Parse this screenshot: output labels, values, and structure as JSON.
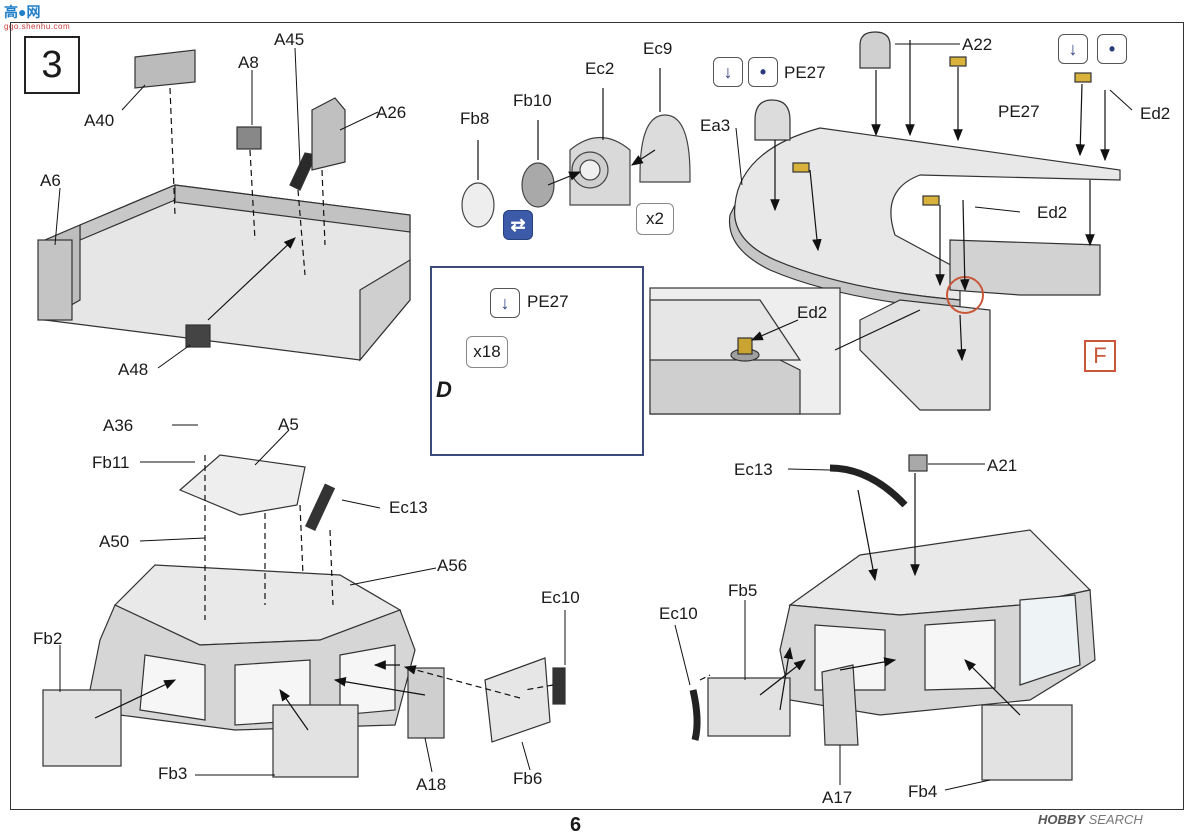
{
  "logo": {
    "main": "高●网",
    "sub": "ggo.shenhu.com"
  },
  "step": {
    "number": "3"
  },
  "section_marker": "F",
  "page_number": "6",
  "watermark": {
    "brand": "HOBBY",
    "suffix": " SEARCH"
  },
  "inset": {
    "callout_letter": "D",
    "quantity": "x18",
    "part": "PE27"
  },
  "quantity_x2": "x2",
  "symbols": {
    "press_down": "↓",
    "glue": "•",
    "flip": "⇄"
  },
  "labels": {
    "A40": "A40",
    "A8": "A8",
    "A45": "A45",
    "A26": "A26",
    "A6": "A6",
    "A48": "A48",
    "Fb8": "Fb8",
    "Fb10": "Fb10",
    "Ec2": "Ec2",
    "Ec9": "Ec9",
    "Ea3": "Ea3",
    "PE27_a": "PE27",
    "PE27_b": "PE27",
    "A22": "A22",
    "Ed2_a": "Ed2",
    "Ed2_b": "Ed2",
    "Ed2_c": "Ed2",
    "A36": "A36",
    "A5": "A5",
    "Fb11": "Fb11",
    "Ec13_a": "Ec13",
    "A50": "A50",
    "A56": "A56",
    "Ec10_a": "Ec10",
    "Fb2": "Fb2",
    "Fb3": "Fb3",
    "A18": "A18",
    "Fb6": "Fb6",
    "Ec13_b": "Ec13",
    "A21": "A21",
    "Ec10_b": "Ec10",
    "Fb5": "Fb5",
    "A17": "A17",
    "Fb4": "Fb4"
  }
}
